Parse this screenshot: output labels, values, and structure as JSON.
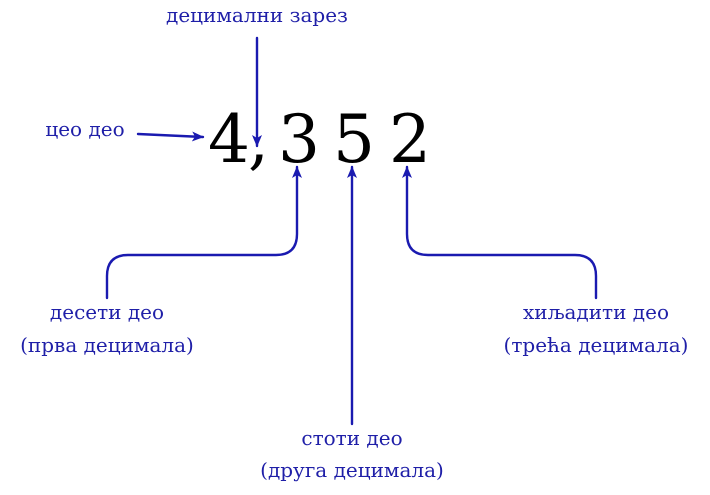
{
  "number": {
    "integer_digit": "4",
    "separator": ",",
    "decimal_digits": [
      "3",
      "5",
      "2"
    ]
  },
  "labels": {
    "decimal_separator": "децимални зарез",
    "integer_part": "цео део",
    "tenths_line1": "десети део",
    "tenths_line2": "(прва децимала)",
    "hundredths_line1": "стоти део",
    "hundredths_line2": "(друга децимала)",
    "thousandths_line1": "хиљадити део",
    "thousandths_line2": "(трећа децимала)"
  },
  "colors": {
    "arrow": "#1a1ab0",
    "label": "#1f1fa8",
    "digits": "#000000"
  }
}
